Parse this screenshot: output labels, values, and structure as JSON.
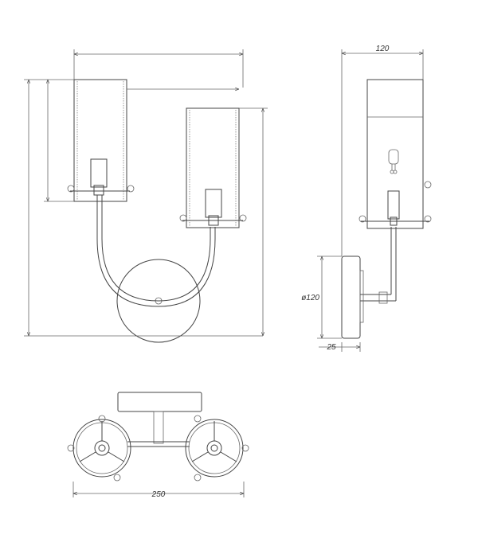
{
  "dimensions": {
    "depth": "120",
    "backplate_diameter": "ø120",
    "backplate_depth": "25",
    "width": "250"
  }
}
